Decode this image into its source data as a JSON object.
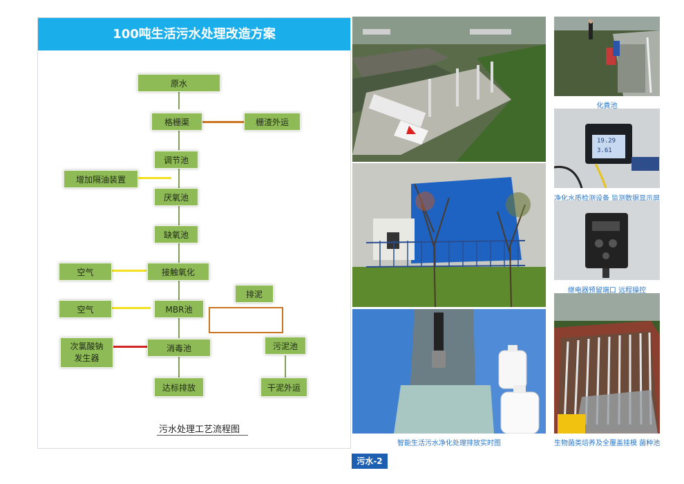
{
  "title": "100吨生活污水处理改造方案",
  "flowchart": {
    "caption": "污水处理工艺流程图",
    "main_steps": [
      "原水",
      "格栅渠",
      "调节池",
      "厌氧池",
      "缺氧池",
      "接触氧化",
      "MBR池",
      "消毒池",
      "达标排放"
    ],
    "side": {
      "grid_waste": "栅渣外运",
      "oil_device": "增加隔油装置",
      "air1": "空气",
      "air2": "空气",
      "chlorine": "次氯酸钠\n发生器",
      "sludge_out": "排泥",
      "sludge_pool": "污泥池",
      "dry_sludge": "干泥外运"
    },
    "colors": {
      "box": "#8fbb57",
      "orange": "#c9731f",
      "yellow": "#f2e11c",
      "red": "#d32222",
      "banner": "#1aaeea"
    }
  },
  "photos": {
    "septic_tank": "化粪池",
    "monitor": "净化水质检测设备 监测数据显示屏",
    "monitor_readings": [
      "19.29",
      "3.61"
    ],
    "relay": "继电器预留端口 远程操控",
    "discharge": "智能生活污水净化处理排放实时图",
    "bio_module": "生物菌类培养及全覆盖挂模 菌种池"
  },
  "page_label": "污水-2"
}
